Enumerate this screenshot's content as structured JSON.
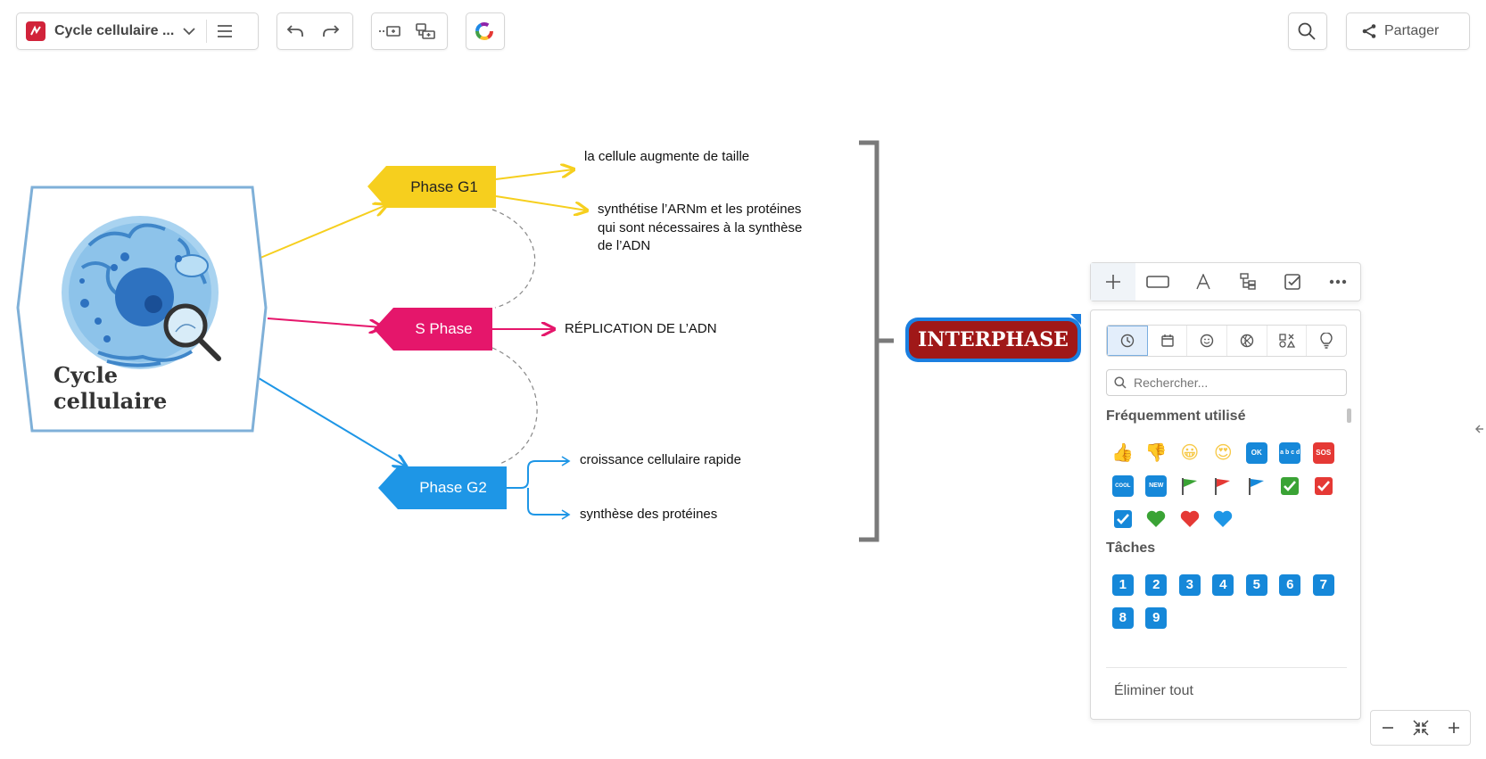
{
  "toolbar": {
    "doc_title": "Cycle cellulaire ...",
    "share_label": "Partager"
  },
  "map": {
    "center_title": "Cycle cellulaire",
    "phase_g1": "Phase G1",
    "phase_s": "S Phase",
    "phase_g2": "Phase G2",
    "g1_note1": "la cellule augmente de taille",
    "g1_note2_line1": "synthétise l’ARNm et les protéines",
    "g1_note2_line2": "qui sont nécessaires à la synthèse",
    "g1_note2_line3": "de l’ADN",
    "s_note": "RÉPLICATION DE L’ADN",
    "g2_note1": "croissance cellulaire rapide",
    "g2_note2": "synthèse des protéines",
    "interphase": "INTERPHASE"
  },
  "colors": {
    "g1": "#f6cf1e",
    "s": "#e5166b",
    "g2": "#1e96e6",
    "interphase_fill": "#a01818",
    "interphase_border": "#1b7fe0",
    "bracket": "#7a7a7a"
  },
  "icon_panel": {
    "search_placeholder": "Rechercher...",
    "section_frequent": "Fréquemment utilisé",
    "section_tasks": "Tâches",
    "clear_all": "Éliminer tout",
    "frequent_icons": [
      "thumbs-up",
      "thumbs-down",
      "grinning-face",
      "heart-eyes-face",
      "ok-badge",
      "abcd-badge",
      "sos-badge",
      "cool-badge",
      "new-badge",
      "green-flag",
      "red-flag",
      "blue-flag",
      "green-check",
      "red-check",
      "blue-check",
      "green-heart",
      "red-heart",
      "blue-heart"
    ],
    "badge_ok": "OK",
    "badge_abcd": "a b c d",
    "badge_sos": "SOS",
    "badge_cool": "COOL",
    "badge_new": "NEW",
    "tasks": [
      "1",
      "2",
      "3",
      "4",
      "5",
      "6",
      "7",
      "8",
      "9"
    ]
  }
}
